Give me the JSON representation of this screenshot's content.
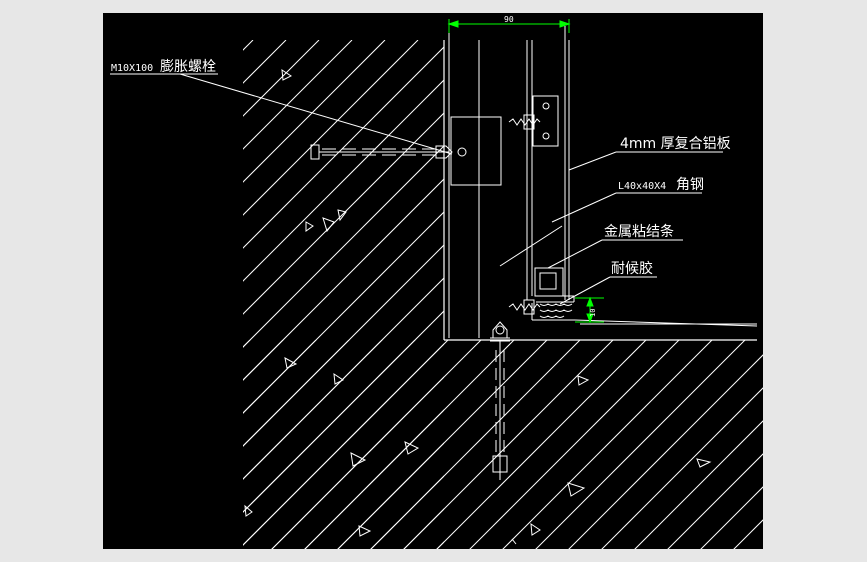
{
  "colors": {
    "background": "#e7e7e7",
    "canvas": "#000000",
    "line": "#ffffff",
    "dimension": "#00ff00"
  },
  "dimensions": {
    "top_width": "90",
    "sealant_height": "10"
  },
  "labels": {
    "anchor_bolt_size": "M10X100",
    "anchor_bolt_name": "膨胀螺栓",
    "panel": "4mm  厚复合铝板",
    "angle_steel_size": "L40x40X4",
    "angle_steel_name": "角钢",
    "bonding_strip": "金属粘结条",
    "sealant": "耐候胶"
  }
}
